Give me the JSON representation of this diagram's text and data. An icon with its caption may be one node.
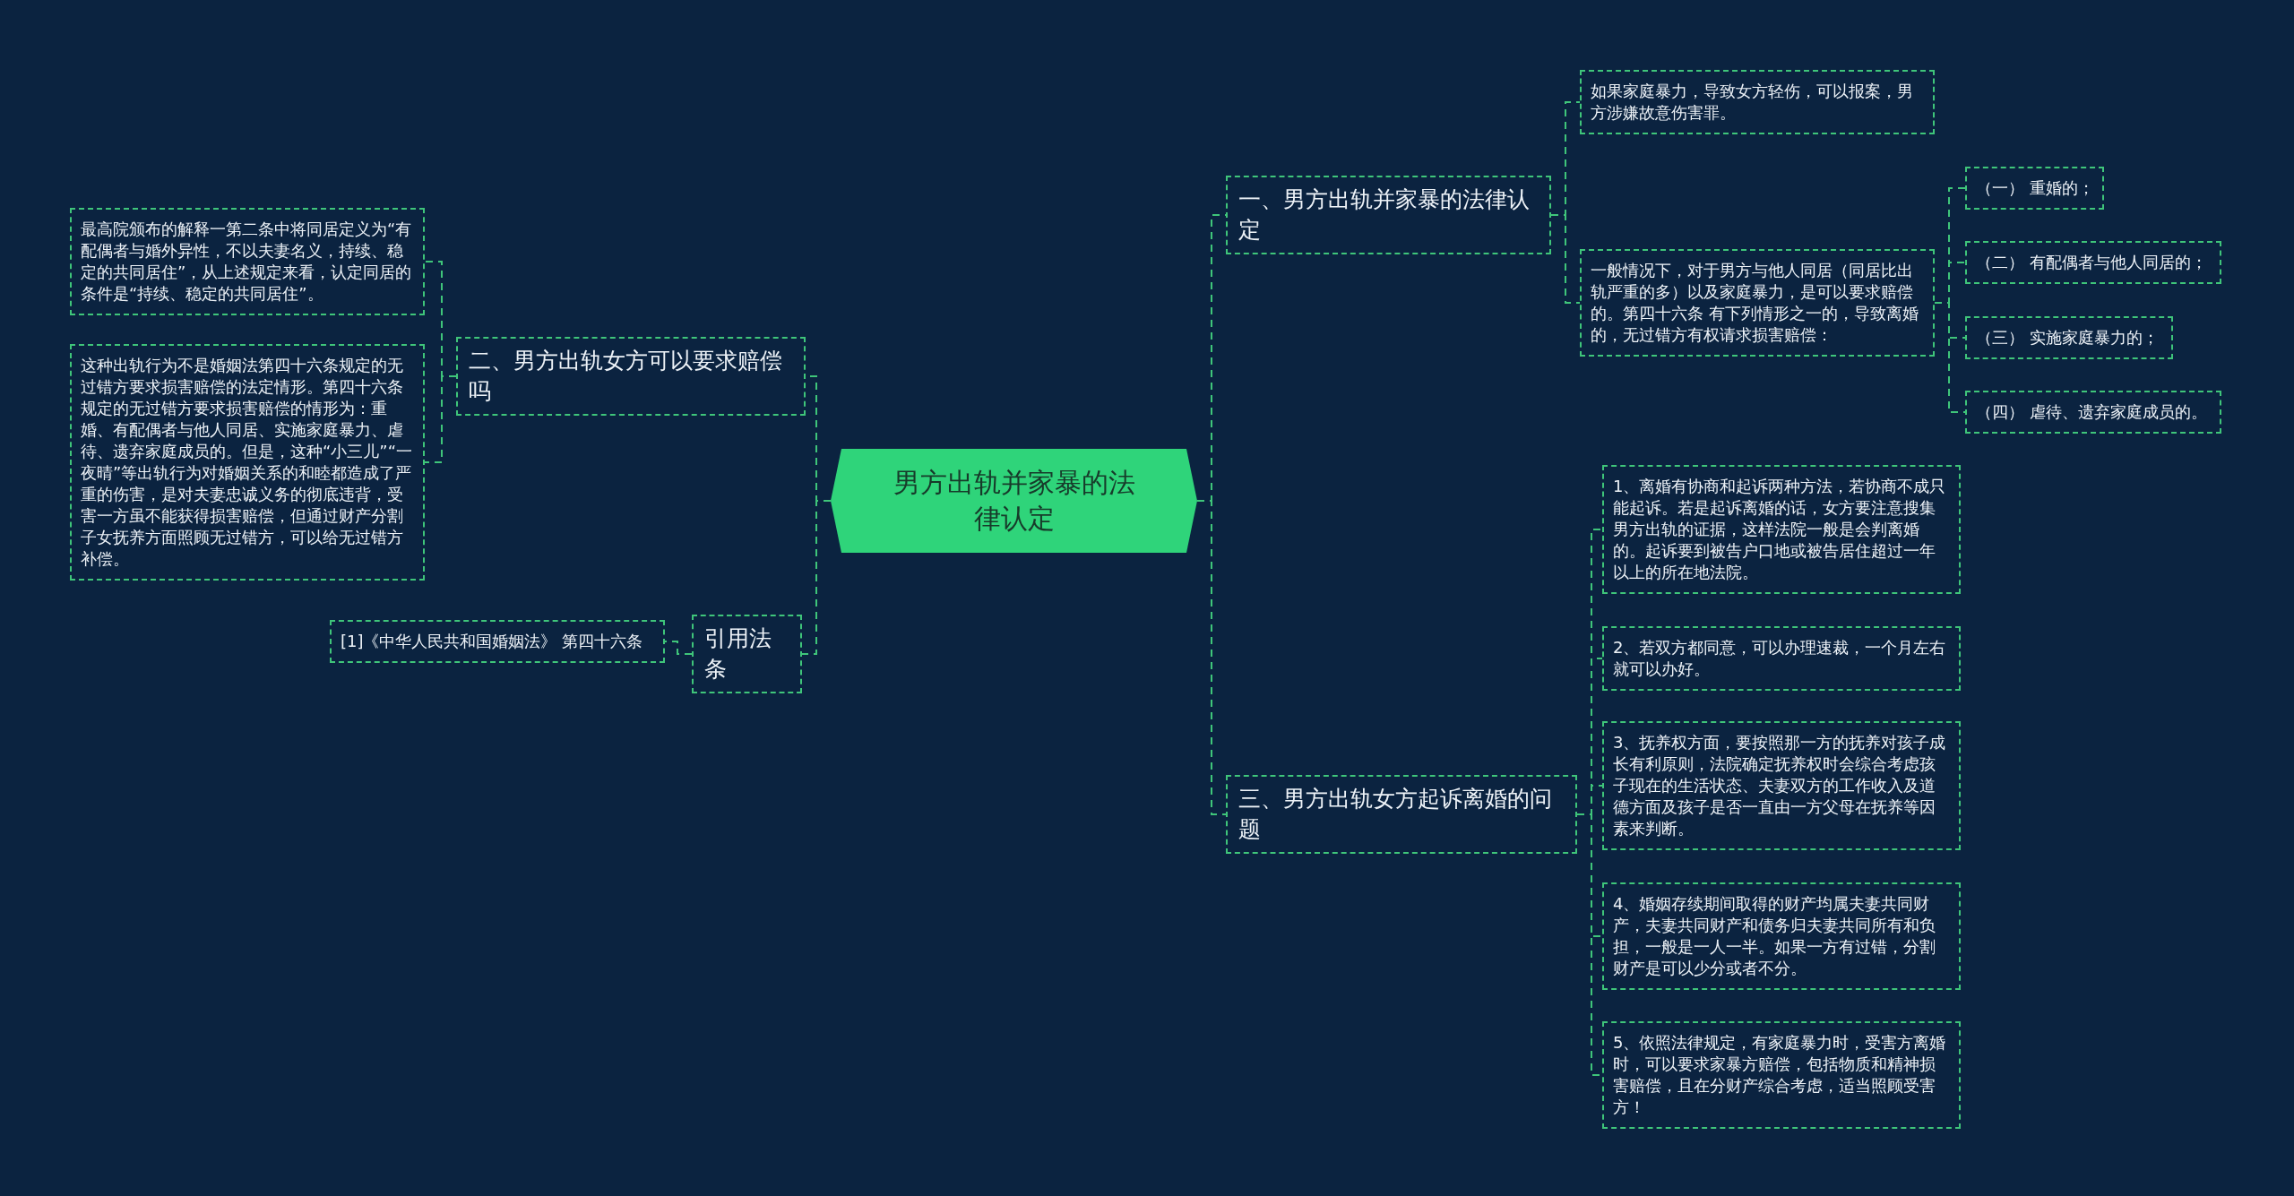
{
  "diagram": {
    "nodes": [
      {
        "text": [
          "男方出轨并家暴的法律认定"
        ]
      },
      {
        "text": [
          "一、男方出轨并家暴的法律认定"
        ]
      },
      {
        "text": [
          "如果家庭暴力，导致女方轻伤，可以报案，男方涉嫌故意伤害罪。"
        ]
      },
      {
        "text": [
          "一般情况下，对于男方与他人同居（同居比出轨严重的多）以及家庭暴力，是可以要求赔偿的。第四十六条 有下列情形之一的，导致离婚的，无过错方有权请求损害赔偿："
        ]
      },
      {
        "text": [
          "（一） 重婚的；"
        ]
      },
      {
        "text": [
          "（二） 有配偶者与他人同居的；"
        ]
      },
      {
        "text": [
          "（三） 实施家庭暴力的；"
        ]
      },
      {
        "text": [
          "（四） 虐待、遗弃家庭成员的。"
        ]
      },
      {
        "text": [
          "三、男方出轨女方起诉离婚的问题"
        ]
      },
      {
        "text": [
          "1、离婚有协商和起诉两种方法，若协商不成只能起诉。若是起诉离婚的话，女方要注意搜集男方出轨的证据，这样法院一般是会判离婚的。起诉要到被告户口地或被告居住超过一年以上的所在地法院。"
        ]
      },
      {
        "text": [
          "2、若双方都同意，可以办理速裁，一个月左右就可以办好。"
        ]
      },
      {
        "text": [
          "3、抚养权方面，要按照那一方的抚养对孩子成长有利原则，法院确定抚养权时会综合考虑孩子现在的生活状态、夫妻双方的工作收入及道德方面及孩子是否一直由一方父母在抚养等因素来判断。"
        ]
      },
      {
        "text": [
          "4、婚姻存续期间取得的财产均属夫妻共同财产，夫妻共同财产和债务归夫妻共同所有和负担，一般是一人一半。如果一方有过错，分割财产是可以少分或者不分。"
        ]
      },
      {
        "text": [
          "5、依照法律规定，有家庭暴力时，受害方离婚时，可以要求家暴方赔偿，包括物质和精神损害赔偿，且在分财产综合考虑，适当照顾受害方！"
        ]
      },
      {
        "text": [
          "二、男方出轨女方可以要求赔偿吗"
        ]
      },
      {
        "text": [
          "最高院颁布的解释一第二条中将同居定义为“有配偶者与婚外异性，不以夫妻名义，持续、稳定的共同居住”，从上述规定来看，认定同居的条件是“持续、稳定的共同居住”。"
        ]
      },
      {
        "text": [
          "这种出轨行为不是婚姻法第四十六条规定的无过错方要求损害赔偿的法定情形。第四十六条规定的无过错方要求损害赔偿的情形为：重婚、有配偶者与他人同居、实施家庭暴力、虐待、遗弃家庭成员的。但是，这种“小三儿”“一夜晴”等出轨行为对婚姻关系的和睦都造成了严重的伤害，是对夫妻忠诚义务的彻底违背，受害一方虽不能获得损害赔偿，但通过财产分割子女抚养方面照顾无过错方，可以给无过错方补偿。"
        ]
      },
      {
        "text": [
          "引用法条"
        ]
      },
      {
        "text": [
          "[1]《中华人民共和国婚姻法》 第四十六条"
        ]
      }
    ],
    "edges": [
      {
        "from": 0,
        "to": 1,
        "arrow": "none"
      },
      {
        "from": 1,
        "to": 2,
        "arrow": "none"
      },
      {
        "from": 1,
        "to": 3,
        "arrow": "none"
      },
      {
        "from": 3,
        "to": 4,
        "arrow": "none"
      },
      {
        "from": 3,
        "to": 5,
        "arrow": "none"
      },
      {
        "from": 3,
        "to": 6,
        "arrow": "none"
      },
      {
        "from": 3,
        "to": 7,
        "arrow": "none"
      },
      {
        "from": 0,
        "to": 8,
        "arrow": "none"
      },
      {
        "from": 8,
        "to": 9,
        "arrow": "none"
      },
      {
        "from": 8,
        "to": 10,
        "arrow": "none"
      },
      {
        "from": 8,
        "to": 11,
        "arrow": "none"
      },
      {
        "from": 8,
        "to": 12,
        "arrow": "none"
      },
      {
        "from": 8,
        "to": 13,
        "arrow": "none"
      },
      {
        "from": 0,
        "to": 14,
        "arrow": "none"
      },
      {
        "from": 14,
        "to": 15,
        "arrow": "none"
      },
      {
        "from": 14,
        "to": 16,
        "arrow": "none"
      },
      {
        "from": 0,
        "to": 17,
        "arrow": "none"
      },
      {
        "from": 17,
        "to": 18,
        "arrow": "none"
      }
    ]
  }
}
